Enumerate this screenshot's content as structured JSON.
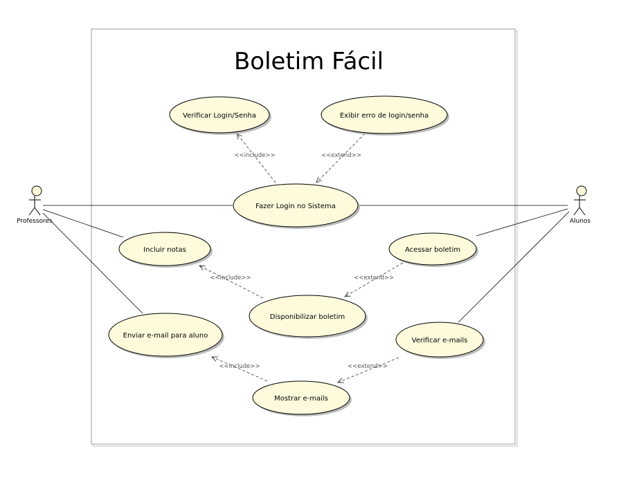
{
  "title": "Boletim Fácil",
  "actors": {
    "professores": "Professores",
    "alunos": "Alunos"
  },
  "use_cases": {
    "verificar_login": "Verificar Login/Senha",
    "exibir_erro": "Exibir erro de login/senha",
    "fazer_login": "Fazer Login no Sistema",
    "incluir_notas": "Incluir notas",
    "acessar_boletim": "Acessar boletim",
    "disponibilizar_boletim": "Disponibilizar boletim",
    "enviar_email": "Enviar e-mail para aluno",
    "verificar_emails": "Verificar e-mails",
    "mostrar_emails": "Mostrar e-mails"
  },
  "relations": {
    "include_login": "<<include>>",
    "extend_erro": "<<extend>>",
    "include_notas": "<<include>>",
    "extend_boletim": "<<extend>>",
    "include_email": "<<include>>",
    "extend_emails": "<<extend>>"
  },
  "colors": {
    "use_case_fill": "#fdfbdc",
    "stroke": "#000000",
    "shadow": "#bdbdbd",
    "boundary": "#9a9a9a"
  }
}
